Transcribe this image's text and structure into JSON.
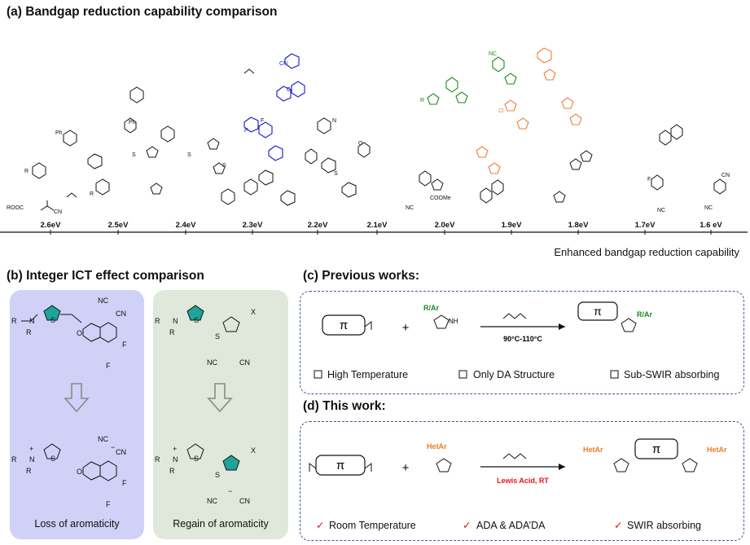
{
  "panel_a": {
    "title": "(a) Bandgap reduction capability comparison",
    "axis_ticks": [
      "2.6eV",
      "2.5eV",
      "2.4eV",
      "2.3eV",
      "2.2eV",
      "2.1eV",
      "2.0eV",
      "1.9eV",
      "1.8eV",
      "1.7eV",
      "1.6 eV"
    ],
    "axis_caption": "Enhanced bandgap reduction capability",
    "labels": {
      "rooc": "ROOC",
      "cn": "CN",
      "ph": "Ph",
      "f": "F",
      "cl": "Cl",
      "r": "R",
      "n": "N",
      "o": "O",
      "s": "S",
      "coome": "COOMe",
      "nc": "NC"
    },
    "colors": {
      "black": "#111111",
      "blue": "#1414d2",
      "green": "#1b8a1b",
      "orange": "#f07d3c"
    }
  },
  "panel_b": {
    "title": "(b) Integer ICT effect comparison",
    "left_caption": "Loss of aromaticity",
    "right_caption": "Regain of aromaticity",
    "labels": {
      "r": "R",
      "n": "N",
      "s": "S",
      "o": "O",
      "f": "F",
      "x": "X",
      "nc": "NC",
      "cn": "CN",
      "plus": "+",
      "minus": "−"
    },
    "colors": {
      "left_bg": "#cfd1f7",
      "right_bg": "#dfe8da",
      "thiophene": "#1fa49a",
      "arrow": "#8a8a8a"
    }
  },
  "panel_c": {
    "title": "(c) Previous works:",
    "pi": "π",
    "plus": "+",
    "reagent_label": "R/Ar",
    "nh": "NH",
    "condition": "90°C-110°C",
    "product_label": "R/Ar",
    "notes": [
      "High Temperature",
      "Only DA Structure",
      "Sub-SWIR absorbing"
    ],
    "colors": {
      "substituent": "#1b8a1b",
      "border": "#3c5f8f"
    }
  },
  "panel_d": {
    "title": "(d) This work:",
    "pi": "π",
    "plus": "+",
    "reagent_label": "HetAr",
    "condition": "Lewis Acid, RT",
    "product_label_left": "HetAr",
    "product_label_right": "HetAr",
    "notes": [
      "Room Temperature",
      "ADA & ADA’DA",
      "SWIR absorbing"
    ],
    "check": "✓",
    "colors": {
      "substituent": "#f07d1e",
      "condition": "#e8121a",
      "check": "#e8121a",
      "border": "#3c5f8f"
    }
  }
}
